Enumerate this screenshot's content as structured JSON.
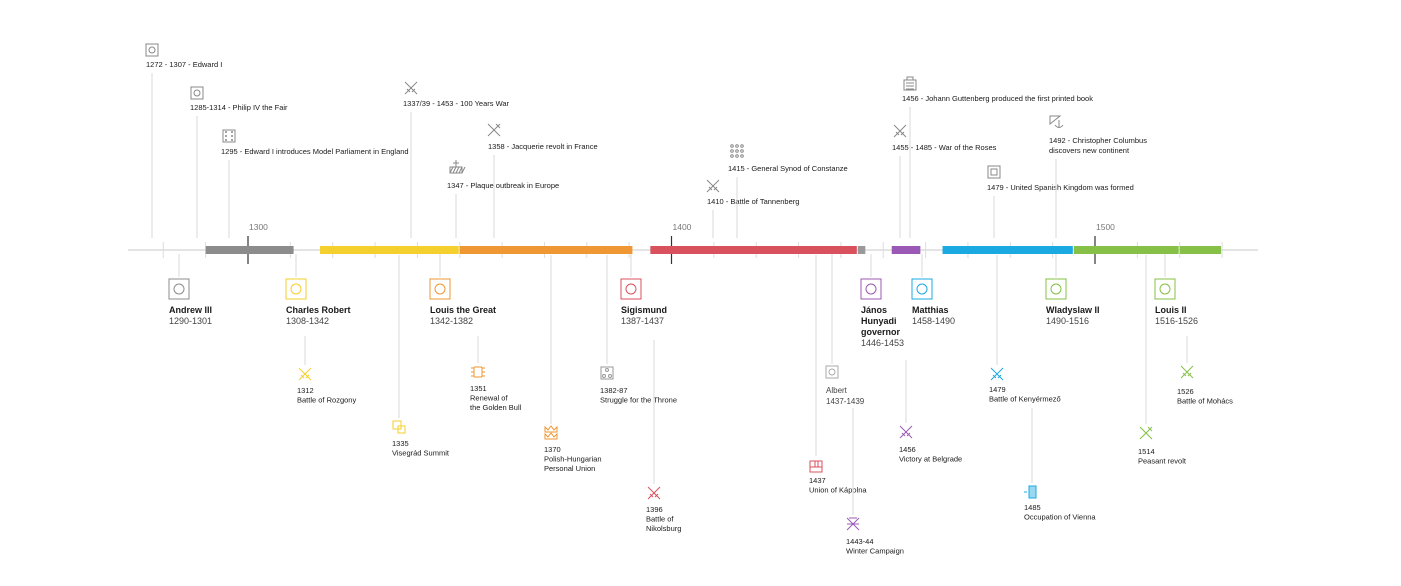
{
  "axis": {
    "min_year": 1280,
    "max_year": 1540,
    "ticks": [
      {
        "year": 1300,
        "label": "1300"
      },
      {
        "year": 1400,
        "label": "1400"
      },
      {
        "year": 1500,
        "label": "1500"
      }
    ]
  },
  "reigns": [
    {
      "name": "Andrew III",
      "dates": "1290-1301",
      "start": 1290,
      "end": 1311,
      "color": "#8c8c8c",
      "icon": "crown-emblem-icon"
    },
    {
      "name": "Charles Robert",
      "dates": "1308-1342",
      "start": 1317,
      "end": 1350,
      "color": "#f5cf2e",
      "icon": "crown-emblem-icon"
    },
    {
      "name": "Louis the Great",
      "dates": "1342-1382",
      "start": 1350,
      "end": 1391,
      "color": "#ee9733",
      "icon": "crown-emblem-icon"
    },
    {
      "name": "Sigismund",
      "dates": "1387-1437",
      "start": 1395,
      "end": 1444,
      "color": "#d9515d",
      "icon": "crown-emblem-icon"
    },
    {
      "name": "Albert",
      "dates": "1437-1439",
      "start": 1444,
      "end": 1446,
      "color": "#999999",
      "icon": "crown-emblem-icon"
    },
    {
      "name": "János Hunyadi governor",
      "dates": "1446-1453",
      "start": 1452,
      "end": 1459,
      "color": "#9b59b6",
      "icon": "crown-emblem-icon"
    },
    {
      "name": "Matthias",
      "dates": "1458-1490",
      "start": 1464,
      "end": 1495,
      "color": "#1ba9e1",
      "icon": "crown-emblem-icon"
    },
    {
      "name": "Wladyslaw II",
      "dates": "1490-1516",
      "start": 1495,
      "end": 1520,
      "color": "#86c046",
      "icon": "crown-emblem-icon"
    },
    {
      "name": "Louis II",
      "dates": "1516-1526",
      "start": 1520,
      "end": 1530,
      "color": "#86c046",
      "icon": "crown-emblem-icon"
    }
  ],
  "world_events": [
    {
      "text": [
        "1272 - 1307 - Edward I"
      ],
      "year": 1284,
      "icon": "crown-emblem-icon",
      "color": "#888888"
    },
    {
      "text": [
        "1285-1314 - Philip IV the Fair"
      ],
      "year": 1295,
      "icon": "crown-emblem-icon",
      "color": "#888888"
    },
    {
      "text": [
        "1295 - Edward I introduces Model Parliament in England"
      ],
      "year": 1304,
      "icon": "parliament-icon",
      "color": "#888888"
    },
    {
      "text": [
        "1337/39 - 1453 - 100 Years War"
      ],
      "year": 1344,
      "icon": "crossed-swords-icon",
      "color": "#888888"
    },
    {
      "text": [
        "1347 - Plaque outbreak in Europe"
      ],
      "year": 1355,
      "icon": "grave-icon",
      "color": "#888888"
    },
    {
      "text": [
        "1358 - Jacquerie revolt in France"
      ],
      "year": 1358,
      "icon": "revolt-icon",
      "color": "#888888"
    },
    {
      "text": [
        "1410 - Battle of Tannenberg"
      ],
      "year": 1410,
      "icon": "crossed-swords-icon",
      "color": "#888888"
    },
    {
      "text": [
        "1415 - General Synod of Constanze"
      ],
      "year": 1415,
      "icon": "synod-icon",
      "color": "#888888"
    },
    {
      "text": [
        "1455 - 1485 - War of the Roses"
      ],
      "year": 1461,
      "icon": "crossed-swords-icon",
      "color": "#888888"
    },
    {
      "text": [
        "1456 - Johann Guttenberg produced the first printed book"
      ],
      "year": 1462,
      "icon": "printing-press-icon",
      "color": "#888888"
    },
    {
      "text": [
        "1479 - United Spanish Kingdom was formed"
      ],
      "year": 1484,
      "icon": "seal-icon",
      "color": "#888888"
    },
    {
      "text": [
        "1492 - Christopher Columbus",
        "discovers new continent"
      ],
      "year": 1500,
      "icon": "ship-icon",
      "color": "#888888"
    }
  ],
  "hungary_events": [
    {
      "text": [
        "1312",
        "Battle of Rozgony"
      ],
      "year": 1321,
      "icon": "crossed-swords-icon",
      "color": "#f5cf2e"
    },
    {
      "text": [
        "1335",
        "Visegrád Summit"
      ],
      "year": 1343,
      "icon": "summit-icon",
      "color": "#f5cf2e"
    },
    {
      "text": [
        "1351",
        "Renewal of",
        "the Golden Bull"
      ],
      "year": 1359,
      "icon": "golden-bull-icon",
      "color": "#ee9733"
    },
    {
      "text": [
        "1370",
        "Polish-Hungarian",
        "Personal Union"
      ],
      "year": 1378,
      "icon": "union-crown-icon",
      "color": "#ee9733"
    },
    {
      "text": [
        "1382-87",
        "Struggle for the Throne"
      ],
      "year": 1390,
      "icon": "throne-icon",
      "color": "#999999"
    },
    {
      "text": [
        "1396",
        "Battle of",
        "Nikolsburg"
      ],
      "year": 1404,
      "icon": "crossed-swords-icon",
      "color": "#d9515d"
    },
    {
      "text": [
        "1437",
        "Union of Kápolna"
      ],
      "year": 1444,
      "icon": "union-icon",
      "color": "#d9515d"
    },
    {
      "text": [
        "1443-44",
        "Winter Campaign"
      ],
      "year": 1451,
      "icon": "campaign-icon",
      "color": "#9b59b6"
    },
    {
      "text": [
        "1456",
        "Victory at Belgrade"
      ],
      "year": 1463,
      "icon": "crossed-swords-icon",
      "color": "#9b59b6"
    },
    {
      "text": [
        "1479",
        "Battle of Kenyérmező"
      ],
      "year": 1484,
      "icon": "crossed-swords-icon",
      "color": "#1ba9e1"
    },
    {
      "text": [
        "1485",
        "Occupation of Vienna"
      ],
      "year": 1492,
      "icon": "flag-icon",
      "color": "#1ba9e1"
    },
    {
      "text": [
        "1514",
        "Peasant revolt"
      ],
      "year": 1518,
      "icon": "revolt-icon",
      "color": "#86c046"
    },
    {
      "text": [
        "1526",
        "Battle of Mohács"
      ],
      "year": 1529,
      "icon": "crossed-swords-icon",
      "color": "#86c046"
    }
  ]
}
